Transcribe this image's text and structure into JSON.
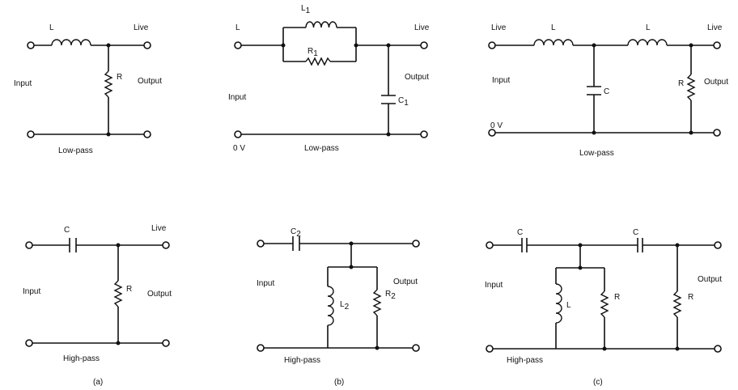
{
  "labels": {
    "a1_L": "L",
    "a1_live": "Live",
    "a1_input": "Input",
    "a1_R": "R",
    "a1_output": "Output",
    "a1_caption": "Low-pass",
    "b1_L": "L",
    "b1_L1": "L",
    "b1_L1_sub": "1",
    "b1_R1": "R",
    "b1_R1_sub": "1",
    "b1_live": "Live",
    "b1_output": "Output",
    "b1_input": "Input",
    "b1_C1": "C",
    "b1_C1_sub": "1",
    "b1_0v": "0 V",
    "b1_caption": "Low-pass",
    "c1_live_l": "Live",
    "c1_L_a": "L",
    "c1_L_b": "L",
    "c1_live_r": "Live",
    "c1_input": "Input",
    "c1_C": "C",
    "c1_R": "R",
    "c1_output": "Output",
    "c1_0v": "0 V",
    "c1_caption": "Low-pass",
    "a2_C": "C",
    "a2_live": "Live",
    "a2_input": "Input",
    "a2_R": "R",
    "a2_output": "Output",
    "a2_caption": "High-pass",
    "b2_C2": "C",
    "b2_C2_sub": "2",
    "b2_input": "Input",
    "b2_output": "Output",
    "b2_R2": "R",
    "b2_R2_sub": "2",
    "b2_L2": "L",
    "b2_L2_sub": "2",
    "b2_caption": "High-pass",
    "c2_C_a": "C",
    "c2_C_b": "C",
    "c2_input": "Input",
    "c2_output": "Output",
    "c2_L": "L",
    "c2_R_a": "R",
    "c2_R_b": "R",
    "c2_caption": "High-pass",
    "cap_a": "(a)",
    "cap_b": "(b)",
    "cap_c": "(c)"
  }
}
